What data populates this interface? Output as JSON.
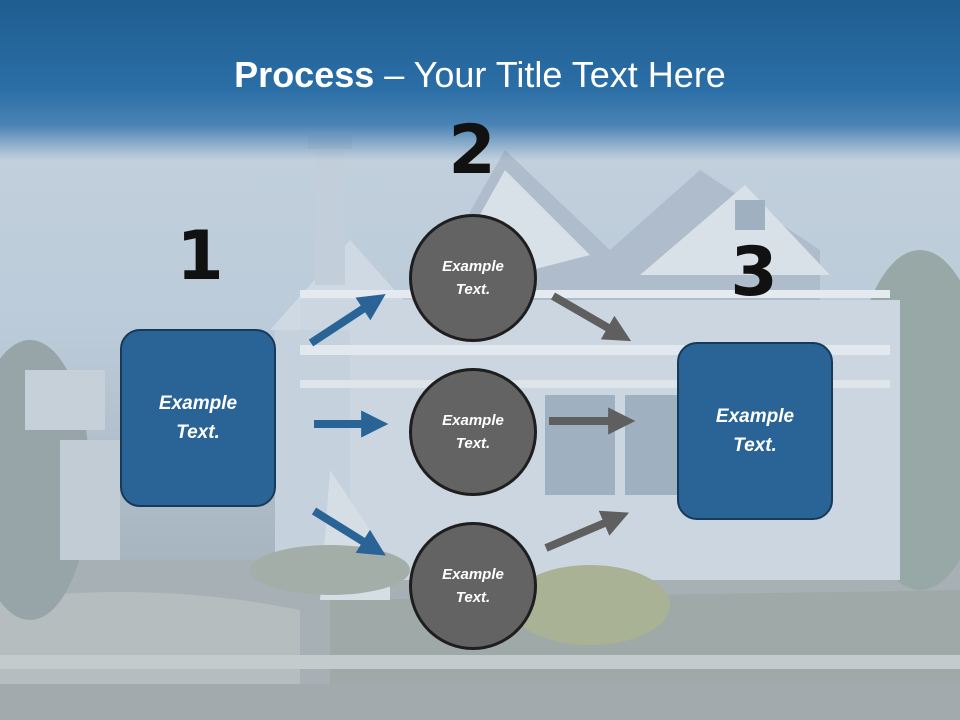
{
  "title": {
    "bold": "Process",
    "rest": " – Your Title Text Here"
  },
  "steps": [
    {
      "number": "1",
      "text": "Example\nText."
    },
    {
      "number": "2"
    },
    {
      "number": "3",
      "text": "Example\nText."
    }
  ],
  "circles": [
    {
      "text": "Example\nText."
    },
    {
      "text": "Example\nText."
    },
    {
      "text": "Example\nText."
    }
  ],
  "colors": {
    "title_band": "#2a6ea6",
    "box_fill": "#2a6496",
    "circle_fill": "#636363",
    "arrow_in": "#2a6496",
    "arrow_out": "#5f5f5f"
  }
}
